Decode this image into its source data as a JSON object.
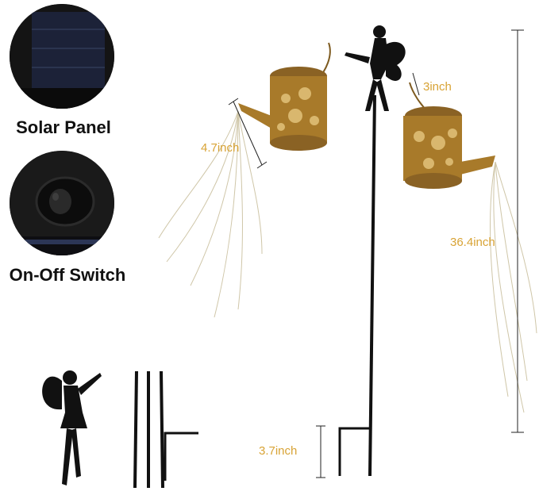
{
  "labels": {
    "solar_panel": "Solar Panel",
    "on_off_switch": "On-Off Switch"
  },
  "dimensions": {
    "spout_width": "4.7inch",
    "handle_height": "3inch",
    "total_height": "36.4inch",
    "stake_depth": "3.7inch"
  },
  "colors": {
    "dimension_text": "#d8a335",
    "metal_bronze": "#a87a2a",
    "silhouette": "#111111"
  }
}
